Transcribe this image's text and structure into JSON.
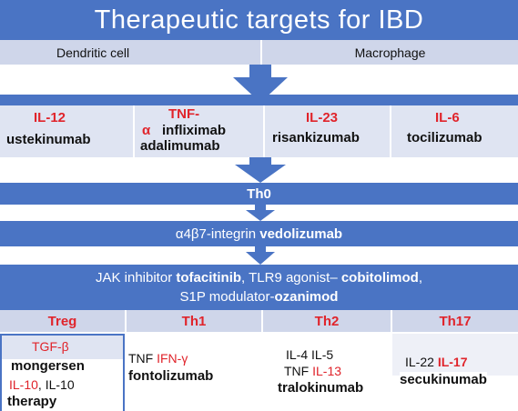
{
  "title": "Therapeutic targets for IBD",
  "cells": {
    "left": "Dendritic cell",
    "right": "Macrophage"
  },
  "cytokines": [
    {
      "target": "IL-12",
      "drug": "ustekinumab"
    },
    {
      "target_line1": "TNF-",
      "target_line2": "α",
      "drug1": "infliximab",
      "drug2": "adalimumab"
    },
    {
      "target": "IL-23",
      "drug": "risankizumab"
    },
    {
      "target": "IL-6",
      "drug": "tocilizumab"
    }
  ],
  "th0": "Th0",
  "integrin": {
    "prefix": "α4β7-integrin",
    "drug": "vedolizumab"
  },
  "inhibitors": {
    "jak_prefix": "JAK inhibitor",
    "jak_drug": "tofacitinib",
    "tlr_prefix": ", TLR9 agonist–",
    "tlr_drug": "cobitolimod",
    "comma": ",",
    "s1p_prefix": "S1P modulator-",
    "s1p_drug": "ozanimod"
  },
  "subsets": [
    "Treg",
    "Th1",
    "Th2",
    "Th17"
  ],
  "subset_details": {
    "treg": {
      "tgf": "TGF-β",
      "drug1": "mongersen",
      "il10": "IL-10",
      "il10b": ", IL-10",
      "therapy": "therapy"
    },
    "th1": {
      "tnf": "TNF",
      "ifn": "IFN-γ",
      "drug": "fontolizumab"
    },
    "th2": {
      "il4_5": "IL-4 IL-5",
      "tnf": "TNF",
      "il13": "IL-13",
      "drug": "tralokinumab"
    },
    "th17": {
      "il22": "IL-22",
      "il17": "IL-17",
      "drug": "secukinumab"
    }
  },
  "colors": {
    "blue": "#4a74c4",
    "red": "#e0242b",
    "pale": "#cfd6ea"
  }
}
